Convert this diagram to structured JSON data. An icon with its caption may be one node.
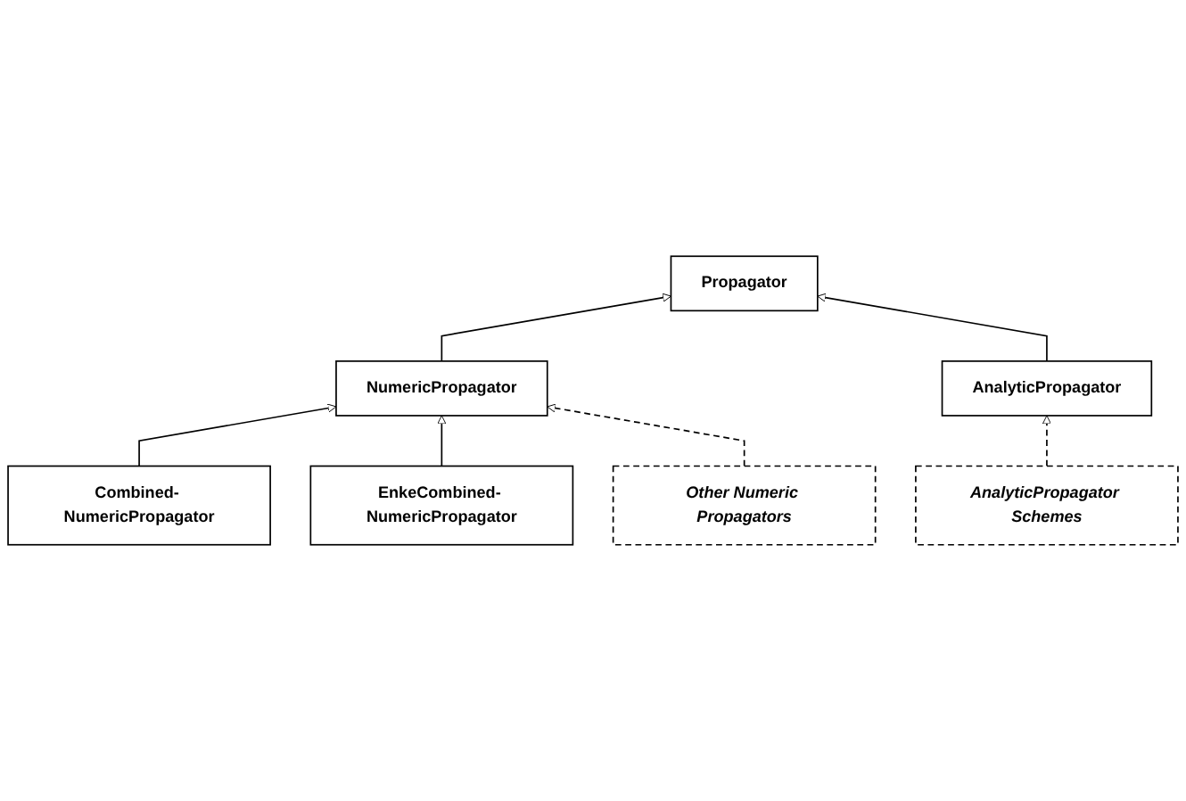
{
  "diagram": {
    "nodes": [
      {
        "text": [
          "Propagator"
        ]
      },
      {
        "text": [
          "NumericPropagator"
        ]
      },
      {
        "text": [
          "AnalyticPropagator"
        ]
      },
      {
        "text": [
          "Combined- NumericPropagator"
        ]
      },
      {
        "text": [
          "EnkeCombined- NumericPropagator"
        ]
      },
      {
        "text": [
          "AnalyticPropagator Schemes"
        ]
      },
      {
        "text": [
          "Other Numeric Propagators"
        ]
      }
    ],
    "edges": [
      {
        "from": 1,
        "to": 0,
        "arrow": "to"
      },
      {
        "from": 2,
        "to": 0,
        "arrow": "to"
      },
      {
        "from": 3,
        "to": 1,
        "arrow": "to"
      },
      {
        "from": 4,
        "to": 1,
        "arrow": "to"
      },
      {
        "from": 6,
        "to": 1,
        "arrow": "to",
        "style": "dashed"
      },
      {
        "from": 5,
        "to": 2,
        "arrow": "to",
        "style": "dashed"
      }
    ]
  }
}
